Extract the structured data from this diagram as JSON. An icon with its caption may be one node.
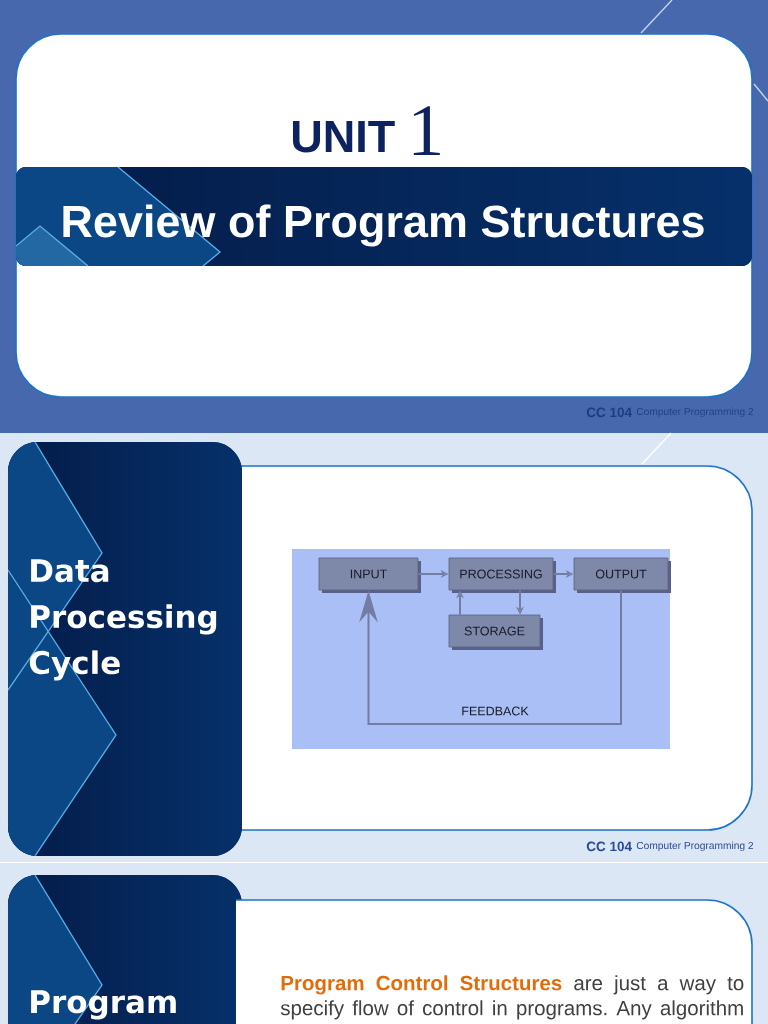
{
  "diagram": {
    "title": "Review of Program Structures",
    "nodes": [
      {
        "text": [
          "Data Processing Cycle"
        ]
      },
      {
        "text": [
          "INPUT"
        ]
      },
      {
        "text": [
          "PROCESSING"
        ]
      },
      {
        "text": [
          "OUTPUT"
        ]
      },
      {
        "text": [
          "STORAGE"
        ]
      },
      {
        "text": [
          "Program"
        ]
      },
      {
        "text": [
          "**Program Control Structures** are just a way to specify flow of control in programs. Any algorithm"
        ]
      }
    ],
    "edges": [
      {
        "from": 1,
        "to": 2,
        "arrow": "to"
      },
      {
        "from": 2,
        "to": 3,
        "arrow": "to"
      },
      {
        "from": 2,
        "to": 4,
        "arrow": "to"
      },
      {
        "from": 4,
        "to": 2,
        "arrow": "to"
      },
      {
        "from": 3,
        "to": 1,
        "arrow": "to",
        "label": "FEEDBACK"
      }
    ],
    "labels": [
      "UNIT",
      "1",
      "CC 104",
      "Computer Programming 2",
      "CC 104",
      "Computer Programming 2"
    ]
  }
}
